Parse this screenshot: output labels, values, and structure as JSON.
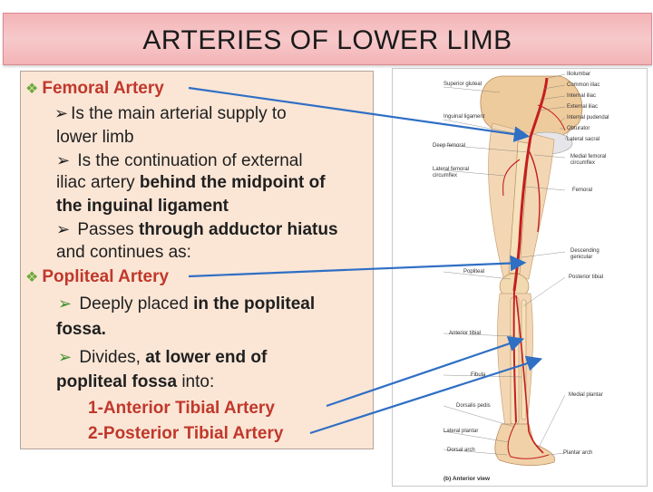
{
  "title": "ARTERIES OF LOWER LIMB",
  "text": {
    "femoral_heading": "Femoral Artery",
    "f1": "Is the main arterial supply to",
    "f1b": "lower limb",
    "f2": " Is the continuation of external",
    "f3a": "iliac artery ",
    "f3b": "behind the midpoint of",
    "f4": "the inguinal ligament",
    "f5a": " Passes ",
    "f5b": "through adductor hiatus",
    "f6": "and continues as:",
    "popliteal_heading": "Popliteal Artery",
    "p1a": " Deeply placed ",
    "p1b": "in the popliteal",
    "p2": "fossa.",
    "p3a": " Divides, ",
    "p3b": "at lower end of",
    "p4a": "popliteal fossa ",
    "p4b": "into:",
    "branch1": "1-Anterior Tibial Artery",
    "branch2": "2-Posterior Tibial Artery"
  },
  "figure": {
    "labels_left": {
      "superior_gluteal": "Superior gluteal",
      "inguinal_ligament": "Inguinal ligament",
      "deep_femoral": "Deep femoral",
      "lateral_femoral_circumflex": "Lateral femoral circumflex",
      "popliteal": "Popliteal",
      "anterior_tibial": "Anterior tibial",
      "fibula": "Fibula",
      "dorsalis_pedis": "Dorsalis pedis",
      "lateral_plantar": "Lateral plantar",
      "dorsal_arch": "Dorsal arch"
    },
    "labels_right": {
      "iliolumbar": "Iliolumbar",
      "common_iliac": "Common iliac",
      "internal_iliac": "Internal iliac",
      "external_iliac": "External iliac",
      "internal_pudendal": "Internal pudendal",
      "obturator": "Obturator",
      "lateral_sacral": "Lateral sacral",
      "medial_femoral_circumflex": "Medial femoral circumflex",
      "femoral": "Femoral",
      "descending_genicular": "Descending genicular",
      "posterior_tibial": "Posterior tibial",
      "medial_plantar": "Medial plantar",
      "plantar_arch": "Plantar arch"
    },
    "caption": "(b) Anterior view"
  },
  "colors": {
    "title_bg": "#f5c0c2",
    "panel_bg": "#fbe6d6",
    "heading_red": "#c0382b",
    "bullet_green": "#6aa93a",
    "artery_red": "#c41e1e",
    "pointer_blue": "#2f6fc4",
    "bone": "#f0cfa0"
  }
}
